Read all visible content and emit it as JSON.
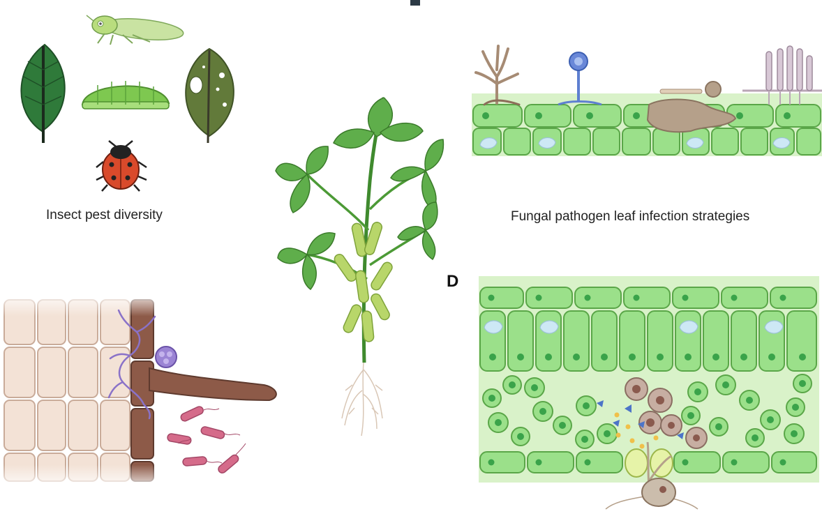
{
  "figure": {
    "captions": {
      "insects": "Insect pest diversity",
      "fungal": "Fungal pathogen leaf infection strategies"
    },
    "panel_labels": {
      "d": "D"
    }
  },
  "colors": {
    "leaf_dark": "#2f7a3a",
    "plant_green": "#5fae4b",
    "pod_green": "#b8d66a",
    "cell_green": "#9be08a",
    "cell_nucleus": "#3aa34a",
    "vacuole": "#cde8f5",
    "root_cell": "#f3e2d6",
    "root_hair": "#8d5a48",
    "bacteria": "#d56b8a",
    "fungus_brown": "#b5a08a",
    "fungus_blue": "#5e7fd1",
    "fungus_lilac": "#c9b7c7",
    "ladybug_red": "#d94a2b"
  },
  "icons": [
    "leafhopper-icon",
    "caterpillar-icon",
    "ladybug-icon",
    "healthy-leaf-icon",
    "damaged-leaf-icon",
    "soybean-plant-icon"
  ]
}
